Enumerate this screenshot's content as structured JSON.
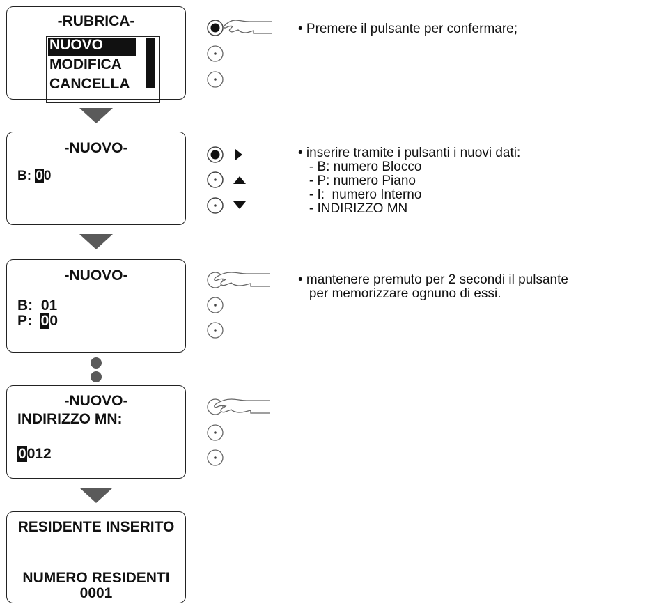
{
  "screen1": {
    "title": "-RUBRICA-",
    "items": [
      "NUOVO",
      "MODIFICA",
      "CANCELLA"
    ],
    "instruction": "• Premere il pulsante per confermare;"
  },
  "screen2": {
    "title": "-NUOVO-",
    "b_label": "B:",
    "b_cursor": "0",
    "b_rest": "0",
    "instructions": [
      "• inserire tramite i pulsanti i nuovi dati:",
      "   - B: numero Blocco",
      "   - P: numero Piano",
      "   - I:  numero Interno",
      "   - INDIRIZZO MN"
    ]
  },
  "screen3": {
    "title": "-NUOVO-",
    "b_label": "B:",
    "b_value": "01",
    "p_label": "P:",
    "p_cursor": "0",
    "p_rest": "0",
    "instructions": [
      "• mantenere premuto per 2 secondi il pulsante",
      "   per memorizzare ognuno di essi."
    ]
  },
  "screen4": {
    "title": "-NUOVO-",
    "label": "INDIRIZZO MN:",
    "cursor": "0",
    "rest": "012"
  },
  "screen5": {
    "line1": "RESIDENTE INSERITO",
    "line2": "NUMERO RESIDENTI",
    "line3": "0001"
  },
  "colors": {
    "arrow": "#5a5a5a",
    "lcd_border": "#222222",
    "inverse_bg": "#111111"
  },
  "icons": [
    "pressed-button-icon",
    "button-icon",
    "pointing-hand-icon",
    "arrow-right-icon",
    "arrow-up-icon",
    "arrow-down-icon"
  ]
}
